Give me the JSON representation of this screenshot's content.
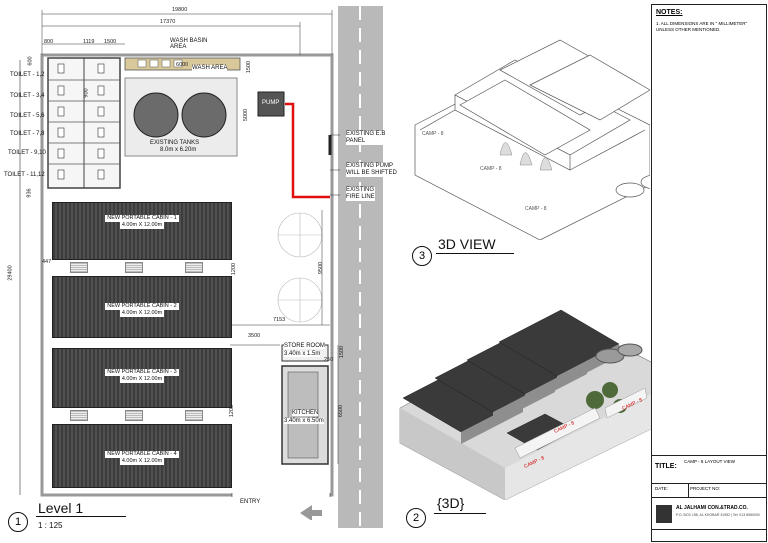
{
  "plan": {
    "overall_width": "19800",
    "inner_width": "17370",
    "dim_800": "800",
    "dim_1119": "1119",
    "dim_1500": "1500",
    "dim_600": "600",
    "dim_6000": "6000",
    "dim_1500b": "1500",
    "dim_5000": "5000",
    "dim_900": "900",
    "dim_936": "936",
    "dim_447": "447",
    "dim_1200a": "1200",
    "dim_9500": "9500",
    "dim_7153": "7153",
    "dim_3500": "3500",
    "dim_29400": "29400",
    "dim_1200b": "1200",
    "dim_1500c": "1500",
    "dim_250": "250",
    "dim_6500": "6500",
    "wash_basin": "WASH BASIN\nAREA",
    "wash_area": "WASH AREA",
    "toilets": [
      "TOILET - 1,2",
      "TOILET - 3,4",
      "TOILET - 5,6",
      "TOILET - 7,8",
      "TOILET - 9,10",
      "TOILET - 11,12"
    ],
    "existing_tanks": "EXISTING TANKS",
    "tanks_size": "8.0m x 6.20m",
    "pump": "PUMP",
    "eb_panel": "EXISTING E.B\nPANEL",
    "pump_shift": "EXISTING PUMP\nWILL BE SHIFTED",
    "fire_line": "EXISTING\nFIRE LINE",
    "cabins": [
      {
        "name": "NEW PORTABLE CABIN - 1",
        "size": "4.00m X 12.00m"
      },
      {
        "name": "NEW PORTABLE CABIN - 2",
        "size": "4.00m X 12.00m"
      },
      {
        "name": "NEW PORTABLE CABIN - 3",
        "size": "4.00m X 12.00m"
      },
      {
        "name": "NEW PORTABLE CABIN - 4",
        "size": "4.00m X 12.00m"
      }
    ],
    "store_room": "STORE ROOM",
    "store_size": "3.40m x 1.5m",
    "kitchen": "KITCHEN",
    "kitchen_size": "3.40m x 6.50m",
    "entry": "ENTRY"
  },
  "views": {
    "level_num": "1",
    "level_title": "Level 1",
    "level_scale": "1 : 125",
    "view3d_num": "3",
    "view3d_title": "3D VIEW",
    "view3d2_num": "2",
    "view3d2_title": "{3D}"
  },
  "titleblock": {
    "notes_heading": "NOTES:",
    "notes_text": "1. ALL DIMENSIONS ARE IN \" MILLIMETER\" UNLESS OTHER MENTIONED.",
    "title_label": "TITLE:",
    "title_value": "CAMP - 8 LAYOUT VIEW",
    "date_label": "DATE:",
    "project_label": "PROJECT NO:",
    "company": "AL JALHAMI CON.&TRAD.CO.",
    "company_info": "P.O. BOX 158, AL KHOBAR 31952 | Tel: 013 8980000"
  },
  "colors": {
    "road": "#b9b9b9",
    "cabin": "#4a4a4a",
    "fire_line": "#e01010"
  }
}
